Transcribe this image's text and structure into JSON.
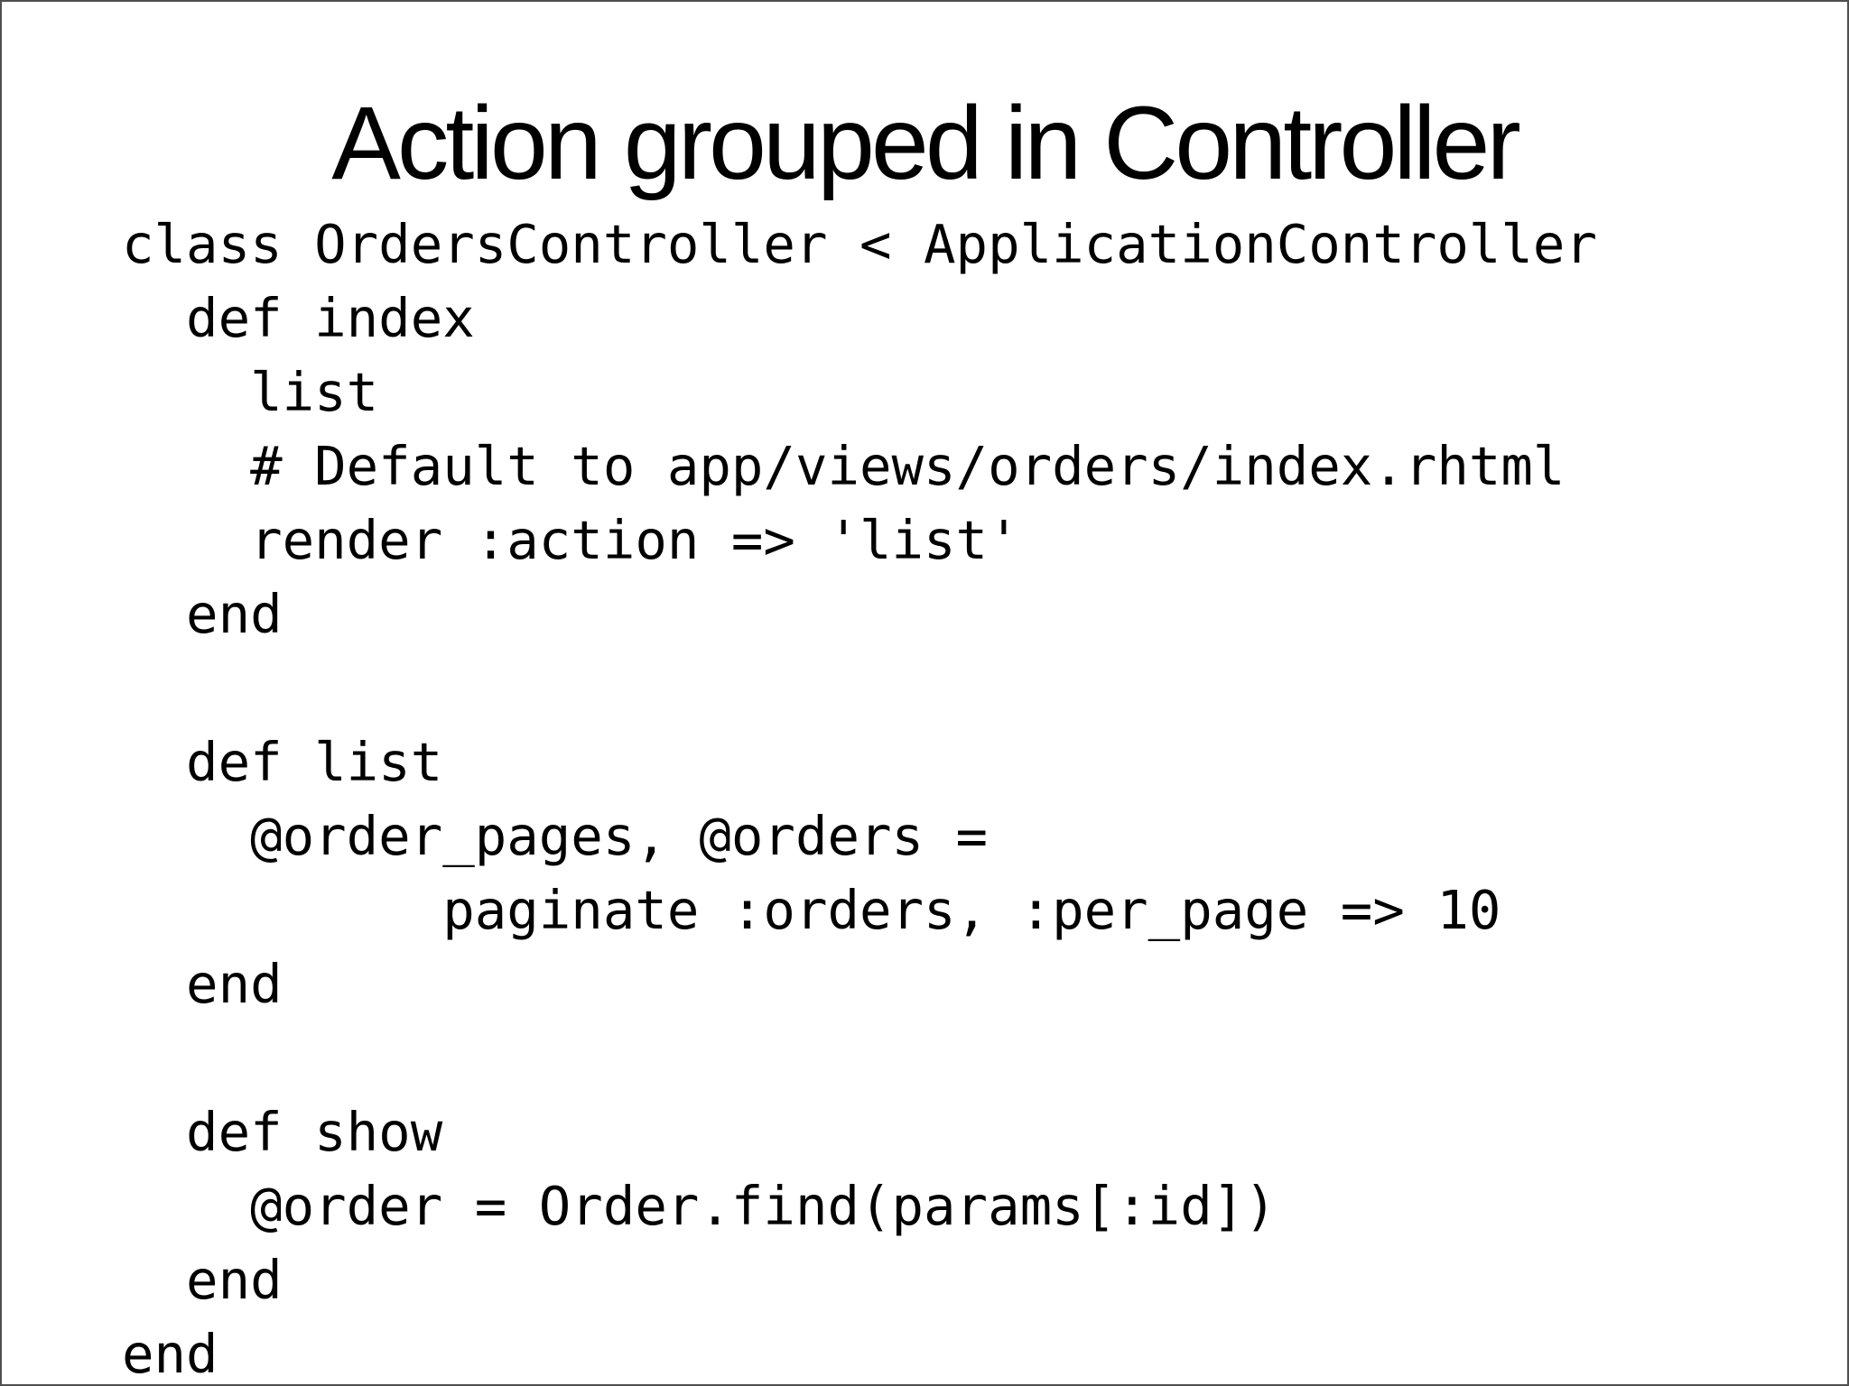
{
  "slide": {
    "title": "Action grouped in Controller",
    "code_lines": [
      "class OrdersController < ApplicationController",
      "  def index",
      "    list",
      "    # Default to app/views/orders/index.rhtml",
      "    render :action => 'list'",
      "  end",
      "",
      "  def list",
      "    @order_pages, @orders =",
      "          paginate :orders, :per_page => 10",
      "  end",
      "",
      "  def show",
      "    @order = Order.find(params[:id])",
      "  end",
      "end"
    ],
    "colors": {
      "background": "#ffffff",
      "text": "#000000",
      "border": "#4f4f4f"
    }
  }
}
